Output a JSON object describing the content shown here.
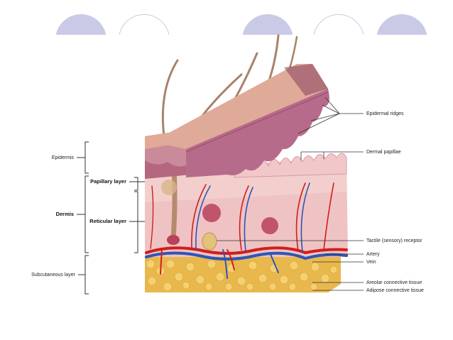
{
  "slide": {
    "decor_circles": [
      {
        "style": "filled"
      },
      {
        "style": "outline"
      },
      {
        "style": "filled"
      },
      {
        "style": "outline"
      },
      {
        "style": "filled"
      }
    ],
    "accent_color": "#c9cbe6"
  },
  "diagram": {
    "left_labels": {
      "epidermis": "Epidermis",
      "dermis": "Dermis",
      "papillary_layer": "Papillary layer",
      "reticular_layer": "Reticular layer",
      "subcutaneous_layer": "Subcutaneous layer"
    },
    "right_labels": {
      "epidermal_ridges": "Epidermal ridges",
      "dermal_papillae": "Dermal papillae",
      "tactile_receptor": "Tactile (sensory) receptor",
      "artery": "Artery",
      "vein": "Vein",
      "areolar_tissue": "Areolar connective tissue",
      "adipose_tissue": "Adipose connective tissue"
    },
    "colors": {
      "epidermis": "#c98b9a",
      "dermis": "#efc3c3",
      "artery": "#d11d1d",
      "vein": "#2d56b8",
      "fat": "#f0c860",
      "hair": "#a9826a"
    }
  }
}
